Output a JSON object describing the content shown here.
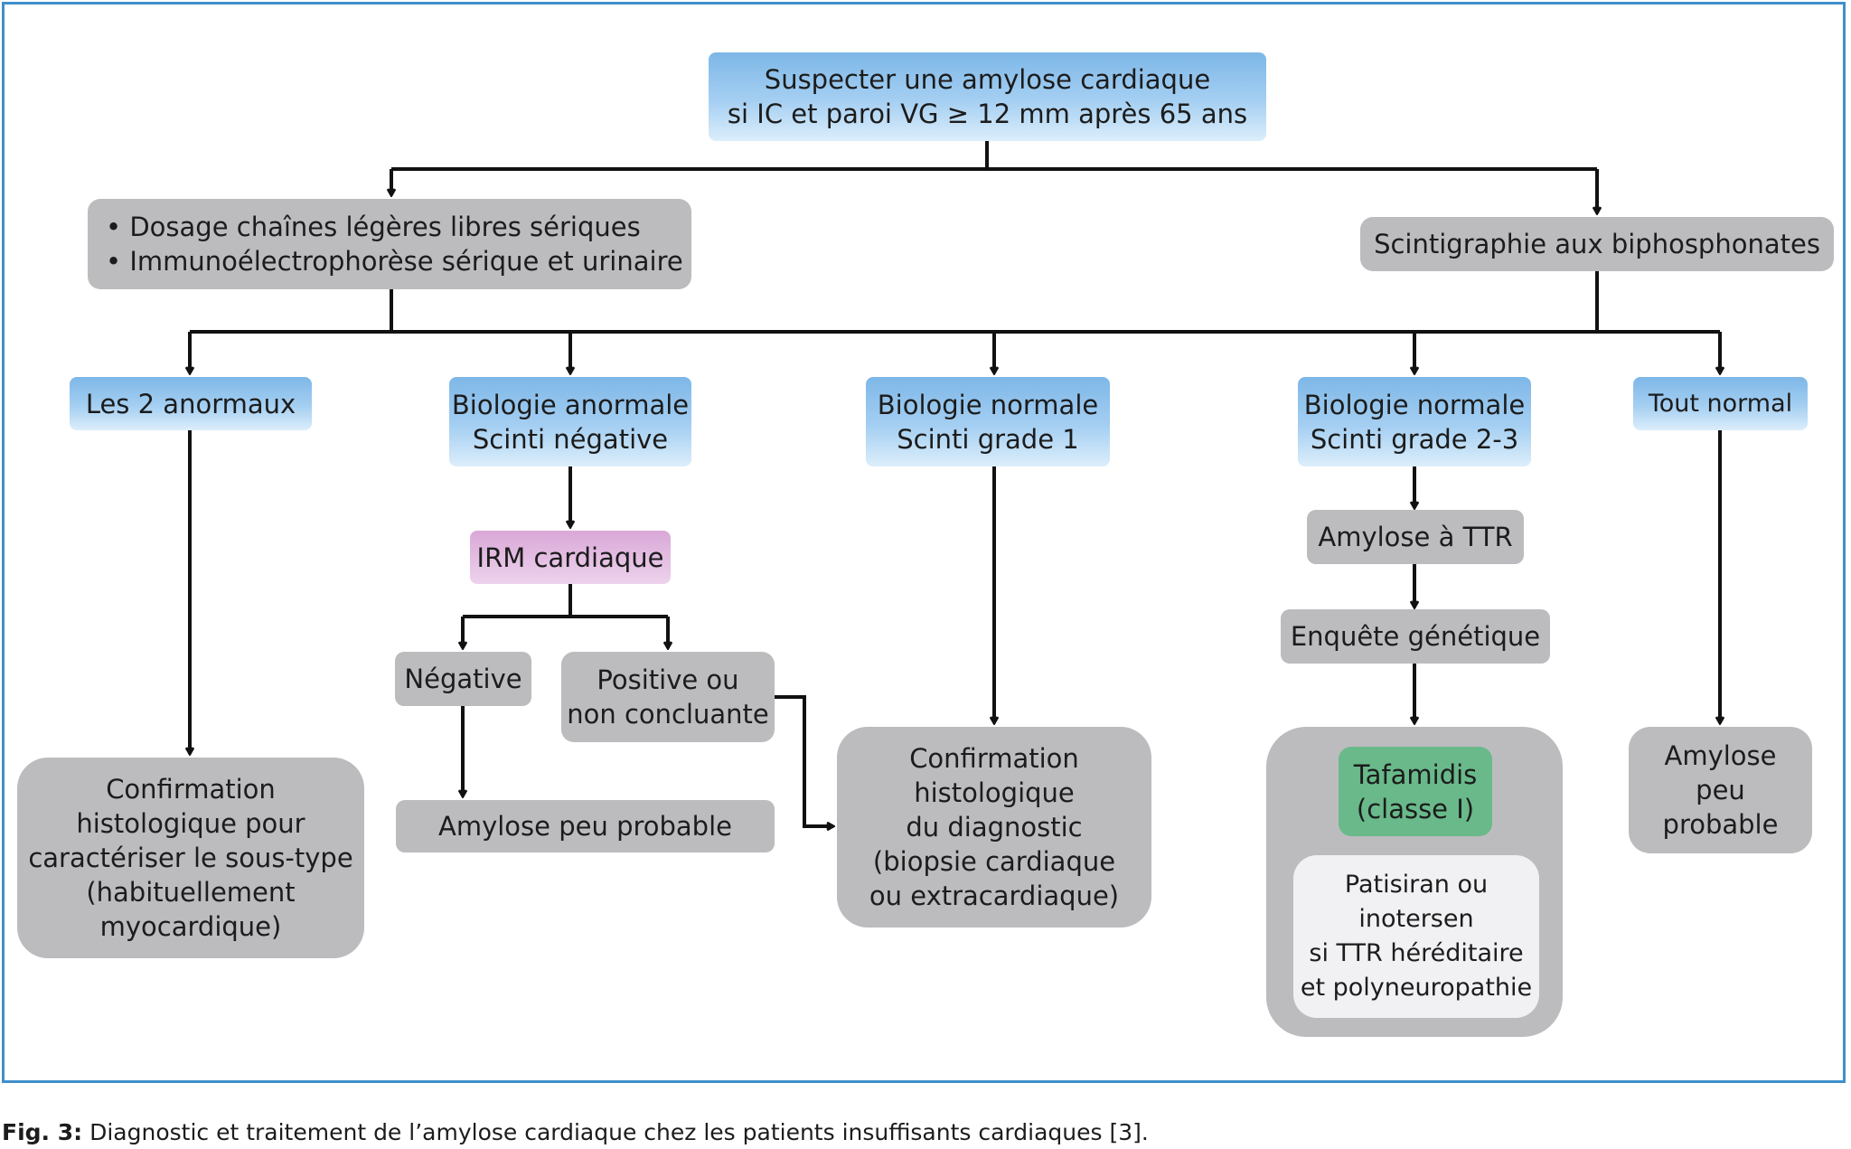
{
  "boxes": {
    "top": {
      "lines": [
        "Suspecter une amylose cardiaque",
        "si IC et paroi VG ≥ 12 mm après 65 ans"
      ]
    },
    "dosage": {
      "lines": [
        "Dosage chaînes légères libres sériques",
        "Immunoélectrophorèse sérique et urinaire"
      ]
    },
    "scintigraphie": {
      "lines": [
        "Scintigraphie aux biphosphonates"
      ]
    },
    "les2": {
      "lines": [
        "Les 2 anormaux"
      ]
    },
    "bioAnormale": {
      "lines": [
        "Biologie anormale",
        "Scinti négative"
      ]
    },
    "bioNormale1": {
      "lines": [
        "Biologie normale",
        "Scinti grade 1"
      ]
    },
    "bioNormale23": {
      "lines": [
        "Biologie normale",
        "Scinti grade 2-3"
      ]
    },
    "toutNormal": {
      "lines": [
        "Tout normal"
      ]
    },
    "irm": {
      "lines": [
        "IRM cardiaque"
      ]
    },
    "negative": {
      "lines": [
        "Négative"
      ]
    },
    "positive": {
      "lines": [
        "Positive ou",
        "non concluante"
      ]
    },
    "amylosePeuProbable": {
      "lines": [
        "Amylose peu probable"
      ]
    },
    "confirmSousType": {
      "lines": [
        "Confirmation",
        "histologique pour",
        "caractériser le sous-type",
        "(habituellement",
        "myocardique)"
      ]
    },
    "confirmDiag": {
      "lines": [
        "Confirmation",
        "histologique",
        "du diagnostic",
        "(biopsie cardiaque",
        "ou extracardiaque)"
      ]
    },
    "amyloseTTR": {
      "lines": [
        "Amylose à TTR"
      ]
    },
    "enquete": {
      "lines": [
        "Enquête génétique"
      ]
    },
    "tafamidis": {
      "lines": [
        "Tafamidis",
        "(classe I)"
      ]
    },
    "patisiran": {
      "lines": [
        "Patisiran ou",
        "inotersen",
        "si TTR héréditaire",
        "et polyneuropathie"
      ]
    },
    "amylosePeu3": {
      "lines": [
        "Amylose",
        "peu",
        "probable"
      ]
    }
  },
  "caption": {
    "label": "Fig. 3:",
    "text": " Diagnostic et traitement de l’amylose cardiaque chez les patients insuffisants cardiaques [3]."
  },
  "colors": {
    "frame": "#3f8fcb",
    "grey": "#bcbcbf",
    "blue": "#a5cff2",
    "purple": "#e2bde1",
    "green": "#69b98a",
    "white": "#f1f1f3",
    "line": "#111111"
  }
}
